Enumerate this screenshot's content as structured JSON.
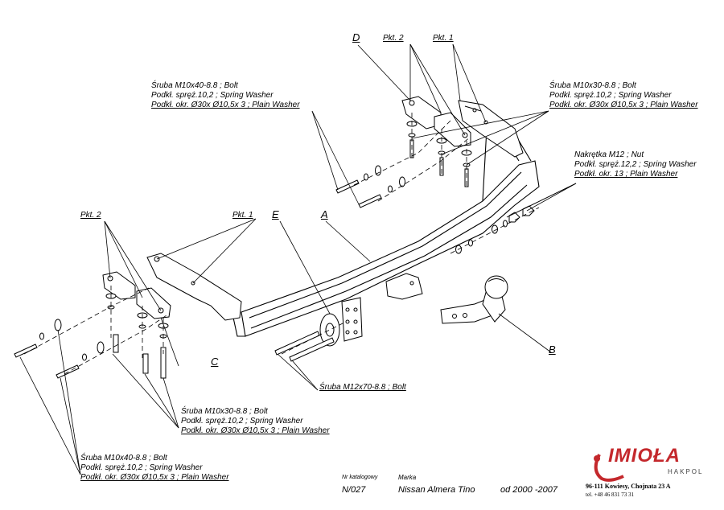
{
  "callouts": {
    "D": "D",
    "top_pkt2": "Pkt. 2",
    "top_pkt1": "Pkt. 1",
    "left_pkt2": "Pkt. 2",
    "left_pkt1": "Pkt. 1",
    "E": "E",
    "A": "A",
    "B": "B",
    "C": "C"
  },
  "notes": {
    "top_left": [
      "Śruba M10x40-8.8 ;  Bolt",
      "Podkł. spręż.10,2 ; Spring Washer",
      "Podkł. okr.  Ø30x Ø10,5x 3 ; Plain Washer"
    ],
    "top_right": [
      "Śruba M10x30-8.8 ;  Bolt",
      "Podkł. spręż.10,2 ; Spring Washer",
      "Podkł. okr.  Ø30x Ø10,5x 3 ; Plain Washer"
    ],
    "nut": [
      "Nakrętka  M12 ; Nut",
      "Podkł. spręż.12,2 ; Spring Washer",
      "Podkł. okr. 13 ; Plain Washer"
    ],
    "bolt_m12": [
      "Śruba M12x70-8.8   ;  Bolt"
    ],
    "mid_left": [
      "Śruba M10x30-8.8 ;  Bolt",
      "Podkł. spręż.10,2 ; Spring Washer",
      "Podkł. okr.  Ø30x Ø10,5x 3 ; Plain Washer"
    ],
    "bottom_left": [
      "Śruba M10x40-8.8 ;  Bolt",
      "Podkł. spręż.10,2 ; Spring Washer",
      "Podkł. okr.  Ø30x Ø10,5x 3 ; Plain Washer"
    ]
  },
  "footer": {
    "catalog_label": "Nr katalogowy",
    "brand_label": "Marka",
    "catalog_no": "N/027",
    "model": "Nissan Almera Tino",
    "years": "od 2000 -2007"
  },
  "company": {
    "logo_word": "IMIOŁA",
    "logo_sub": "HAKPOL",
    "address": "96-111 Kowiesy, Chojnata 23 A",
    "phone": "tel. +48 46 831 73 31",
    "brand_color": "#c4282c"
  }
}
